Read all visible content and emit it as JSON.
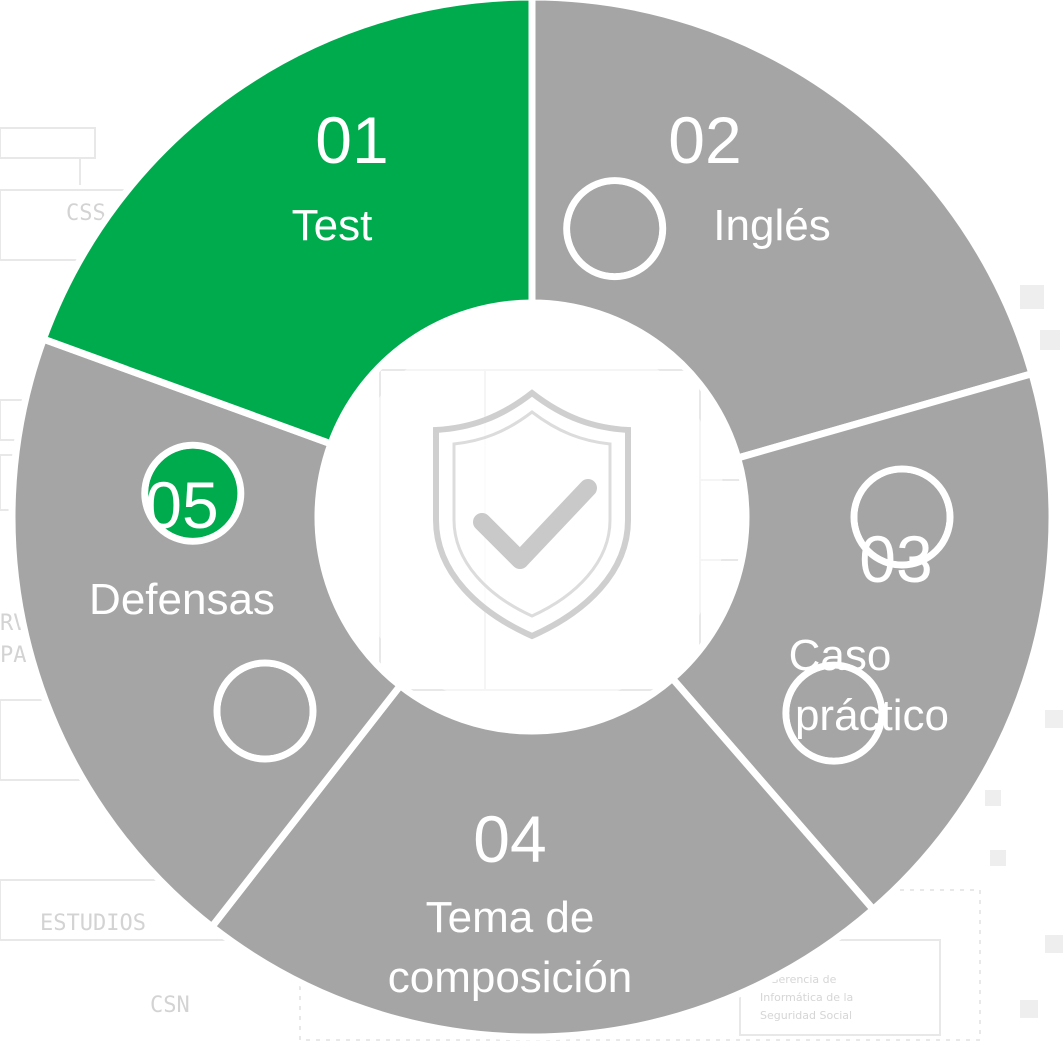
{
  "diagram": {
    "segments": [
      {
        "id": "01",
        "number": "01",
        "label_lines": [
          "Test"
        ],
        "color": "#a5a5a5"
      },
      {
        "id": "02",
        "number": "02",
        "label_lines": [
          "Inglés"
        ],
        "color": "#a5a5a5"
      },
      {
        "id": "03",
        "number": "03",
        "label_lines": [
          "Caso",
          "práctico"
        ],
        "color": "#a5a5a5"
      },
      {
        "id": "04",
        "number": "04",
        "label_lines": [
          "Tema de",
          "composición"
        ],
        "color": "#a5a5a5"
      },
      {
        "id": "05",
        "number": "05",
        "label_lines": [
          "Defensas"
        ],
        "color": "#00ab4e",
        "highlighted": true
      }
    ],
    "center_icon": "shield-check-icon",
    "background_text": {
      "left_top": "CSS",
      "left_mid": "RV",
      "left_mid2": "PA",
      "bottom_left": "ESTUDIOS",
      "bottom_left2": "CSN",
      "bottom_right_lines": [
        "Gerencia de",
        "Informática de la",
        "Seguridad Social"
      ]
    }
  }
}
